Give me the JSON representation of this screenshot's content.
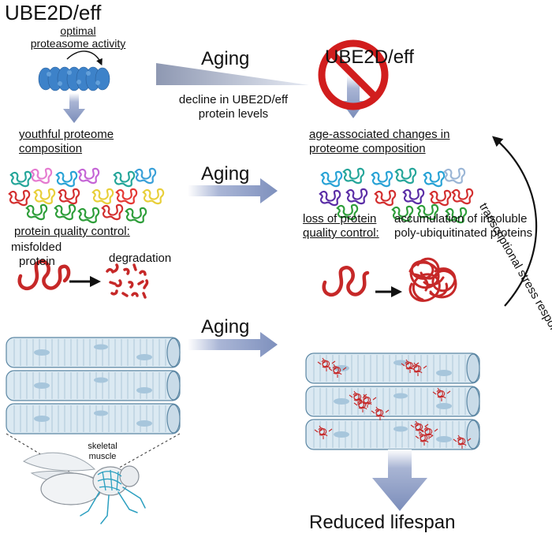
{
  "top_left": {
    "title": "UBE2D/eff",
    "optimal_line1": "optimal",
    "optimal_line2": "proteasome activity",
    "youthful_line1": "youthful proteome",
    "youthful_line2": "composition"
  },
  "top_center": {
    "aging_label": "Aging",
    "decline_line1": "decline in UBE2D/eff",
    "decline_line2": "protein levels"
  },
  "top_right": {
    "title": "UBE2D/eff",
    "age_line1": "age-associated changes in",
    "age_line2": "proteome composition"
  },
  "middle": {
    "aging_label": "Aging"
  },
  "stress_response": {
    "label": "transcriptional stress response"
  },
  "left_bottom": {
    "pqc_label": "protein quality control:",
    "misfolded_line1": "misfolded",
    "misfolded_line2": "protein",
    "degradation": "degradation",
    "skeletal_line1": "skeletal",
    "skeletal_line2": "muscle"
  },
  "bottom_center": {
    "aging_label": "Aging"
  },
  "right_bottom": {
    "loss_line1": "loss of protein",
    "loss_line2": "quality control:",
    "accum_line1": "accumulation of insoluble",
    "accum_line2": "poly-ubiquitinated proteins",
    "reduced_lifespan": "Reduced lifespan"
  },
  "colors": {
    "arrow_blue": "#8c9cc4",
    "proteasome_blue": "#3d82c9",
    "protein_red": "#c62828",
    "prohibit_red": "#d11d1d",
    "muscle_fill": "#dbe9f2",
    "muscle_stroke": "#5b86a3",
    "fly_stroke": "#2b9fc0"
  }
}
